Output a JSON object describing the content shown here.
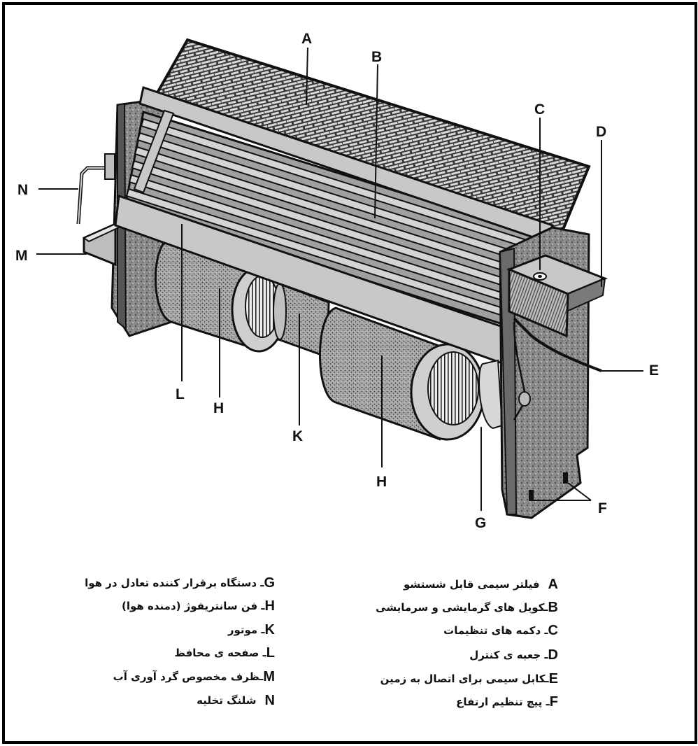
{
  "labels": {
    "A": "A",
    "B": "B",
    "C": "C",
    "D": "D",
    "E": "E",
    "F": "F",
    "G": "G",
    "H1": "H",
    "H2": "H",
    "K": "K",
    "L": "L",
    "M": "M",
    "N": "N"
  },
  "legend": {
    "right": [
      {
        "letter": "A",
        "text": "فیلتر سیمی قابل شستشو"
      },
      {
        "letter": "B",
        "text": "ـکویل های گرمایشی و سرمایشی"
      },
      {
        "letter": "C",
        "text": "ـ دکمه های تنظیمات"
      },
      {
        "letter": "D",
        "text": "ـ جعبه ی کنترل"
      },
      {
        "letter": "E",
        "text": "ـکابل سیمی برای اتصال به زمین"
      },
      {
        "letter": "F",
        "text": "ـ پیچ تنظیم ارتفاع"
      }
    ],
    "left": [
      {
        "letter": "G",
        "text": "ـ دستگاه برقرار کننده تعادل در هوا"
      },
      {
        "letter": "H",
        "text": "ـ فن سانتریفوژ (دمنده هوا)"
      },
      {
        "letter": "K",
        "text": "ـ موتور"
      },
      {
        "letter": "L",
        "text": "ـ صفحه ی محافظ"
      },
      {
        "letter": "M",
        "text": "ـظرف مخصوص گرد آوری آب"
      },
      {
        "letter": "N",
        "text": " شلنگ تخلیه"
      }
    ]
  },
  "colors": {
    "line": "#111111",
    "body_gray": "#9a9a9a",
    "dark_gray": "#555555",
    "light_gray": "#c8c8c8"
  }
}
